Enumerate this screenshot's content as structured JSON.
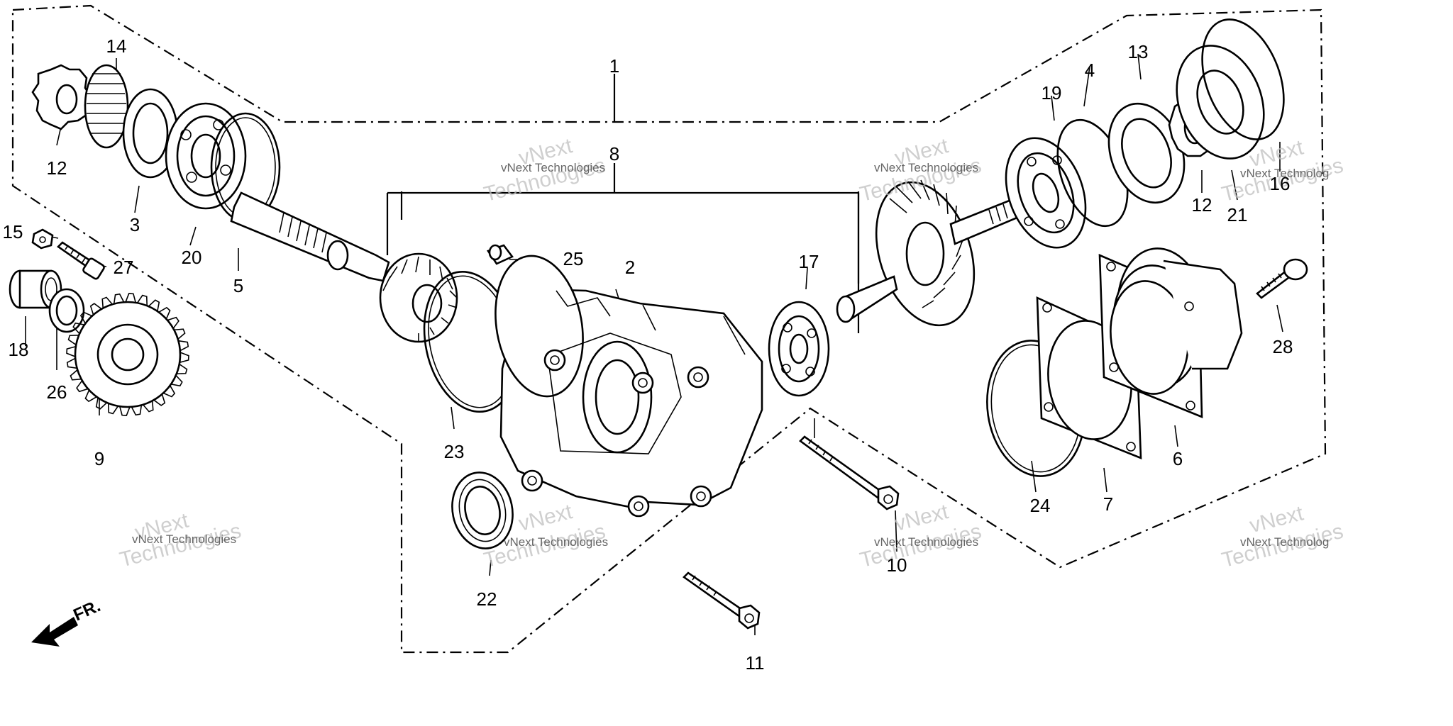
{
  "callouts": [
    {
      "id": "1",
      "label": "1"
    },
    {
      "id": "2",
      "label": "2"
    },
    {
      "id": "3",
      "label": "3"
    },
    {
      "id": "4",
      "label": "4"
    },
    {
      "id": "5",
      "label": "5"
    },
    {
      "id": "6",
      "label": "6"
    },
    {
      "id": "7",
      "label": "7"
    },
    {
      "id": "8",
      "label": "8"
    },
    {
      "id": "9",
      "label": "9"
    },
    {
      "id": "10",
      "label": "10"
    },
    {
      "id": "11",
      "label": "11"
    },
    {
      "id": "12a",
      "label": "12"
    },
    {
      "id": "12b",
      "label": "12"
    },
    {
      "id": "13",
      "label": "13"
    },
    {
      "id": "14",
      "label": "14"
    },
    {
      "id": "15",
      "label": "15"
    },
    {
      "id": "16",
      "label": "16"
    },
    {
      "id": "17",
      "label": "17"
    },
    {
      "id": "18",
      "label": "18"
    },
    {
      "id": "19",
      "label": "19"
    },
    {
      "id": "20",
      "label": "20"
    },
    {
      "id": "21",
      "label": "21"
    },
    {
      "id": "22",
      "label": "22"
    },
    {
      "id": "23",
      "label": "23"
    },
    {
      "id": "24",
      "label": "24"
    },
    {
      "id": "25",
      "label": "25"
    },
    {
      "id": "26",
      "label": "26"
    },
    {
      "id": "27",
      "label": "27"
    },
    {
      "id": "28",
      "label": "28"
    }
  ],
  "front_indicator": {
    "label": "FR."
  },
  "watermark": {
    "line1": "vNext Technologies",
    "line2": "vNext",
    "line3": "Technologies",
    "line1_cut": "vNext Technolog"
  }
}
